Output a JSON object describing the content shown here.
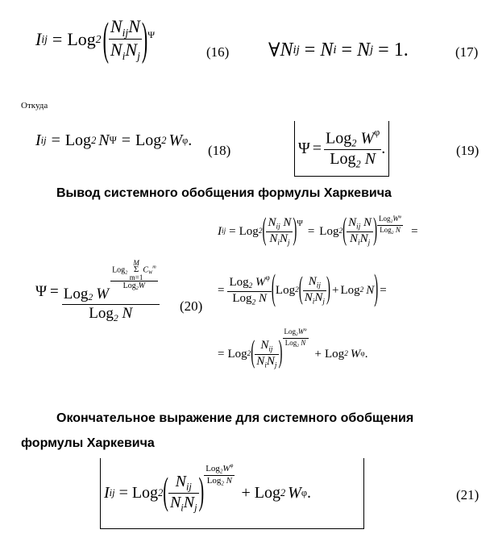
{
  "eq16": {
    "lhs": "I",
    "lhs_sub": "ij",
    "log": "Log",
    "log_sub": "2",
    "num": "N",
    "num_sub": "ij",
    "num2": "N",
    "den1": "N",
    "den1_sub": "i",
    "den2": "N",
    "den2_sub": "j",
    "exp": "Ψ",
    "number": "(16)"
  },
  "eq17": {
    "text_forall": "∀",
    "n1": "N",
    "n1_sub": "ij",
    "n2": "N",
    "n2_sub": "i",
    "n3": "N",
    "n3_sub": "j",
    "one": "1",
    "number": "(17)"
  },
  "otkuda": "Откуда",
  "eq18": {
    "lhs": "I",
    "lhs_sub": "ij",
    "log1": "Log",
    "log1_sub": "2",
    "arg1": "N",
    "exp1": "Ψ",
    "log2": "Log",
    "log2_sub": "2",
    "arg2": "W",
    "exp2": "φ",
    "number": "(18)"
  },
  "eq19": {
    "psi": "Ψ",
    "num_log": "Log",
    "num_log_sub": "2",
    "num_arg": "W",
    "num_exp": "φ",
    "den_log": "Log",
    "den_log_sub": "2",
    "den_arg": "N",
    "number": "(19)"
  },
  "heading1": "Вывод системного обобщения формулы Харкевича",
  "eq20": {
    "psi": "Ψ",
    "log": "Log",
    "log_sub": "2",
    "arg": "W",
    "exp_num_log": "Log",
    "exp_num_log_sub": "2",
    "exp_sum_top": "M",
    "exp_sum": "Σ",
    "exp_sum_bottom": "m=1",
    "exp_c": "C",
    "exp_c_sub": "W",
    "exp_c_sup": "m",
    "exp_den": "Log",
    "exp_den_sub": "2",
    "exp_den_arg": "W",
    "den_log": "Log",
    "den_log_sub": "2",
    "den_arg": "N",
    "number": "(20)"
  },
  "deriv": {
    "line1_lhs": "I",
    "line1_lhs_sub": "ij",
    "log": "Log",
    "log_sub": "2",
    "nij": "N",
    "ij": "ij",
    "n": "N",
    "ni": "N",
    "i": "i",
    "nj": "N",
    "j": "j",
    "psi": "Ψ",
    "exp_num": "Log",
    "exp_num_sub": "2",
    "exp_num_arg": "W",
    "exp_num_sup": "φ",
    "exp_den": "Log",
    "exp_den_sub": "2",
    "exp_den_arg": "N",
    "w": "W",
    "phi": "φ"
  },
  "heading2_line1": "Окончательное выражение для системного обобщения",
  "heading2_line2": "формулы Харкевича",
  "eq21": {
    "lhs": "I",
    "lhs_sub": "ij",
    "log": "Log",
    "log_sub": "2",
    "num": "N",
    "num_sub": "ij",
    "den1": "N",
    "den1_sub": "i",
    "den2": "N",
    "den2_sub": "j",
    "exp_num_log": "Log",
    "exp_num_sub": "2",
    "exp_num_arg": "W",
    "exp_num_sup": "φ",
    "exp_den_log": "Log",
    "exp_den_sub": "2",
    "exp_den_arg": "N",
    "log2": "Log",
    "log2_sub": "2",
    "arg2": "W",
    "arg2_sup": "φ",
    "number": "(21)"
  }
}
